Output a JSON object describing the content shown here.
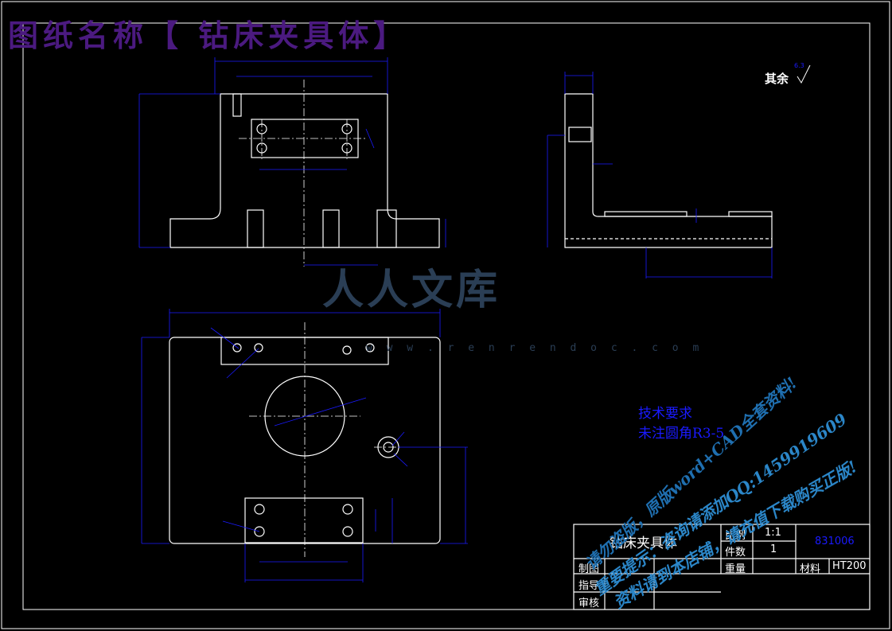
{
  "heading": "图纸名称【 钻床夹具体】",
  "surface_note": "其余",
  "roughness_value": "6.3",
  "technical_requirements": {
    "title": "技术要求",
    "item": "未注圆角R3-5"
  },
  "title_block": {
    "part_name": "钻床夹具体",
    "scale_label": "比例",
    "scale_value": "1:1",
    "quantity_label": "件数",
    "quantity_value": "1",
    "drawing_number": "831006",
    "weight_label": "重量",
    "material_label": "材料",
    "material_value": "HT200",
    "drawn_label": "制图",
    "guide_label": "指导",
    "review_label": "审核"
  },
  "logo": {
    "text": "人人文库",
    "url": "w w w . r e n r e n d o c . c o m"
  },
  "watermark_lines": [
    "请勿盗版，原版word+CAD全套资料!",
    "重要提示：咨询请添加QQ:1459919609",
    "资料请到本店铺，请充值下载购买正版!"
  ],
  "colors": {
    "background": "#000000",
    "linework": "#ffffff",
    "dimensions": "#1a1aff",
    "centerlines": "#ffffff",
    "heading": "#4b1a80",
    "watermark": "#1f6fb0"
  }
}
